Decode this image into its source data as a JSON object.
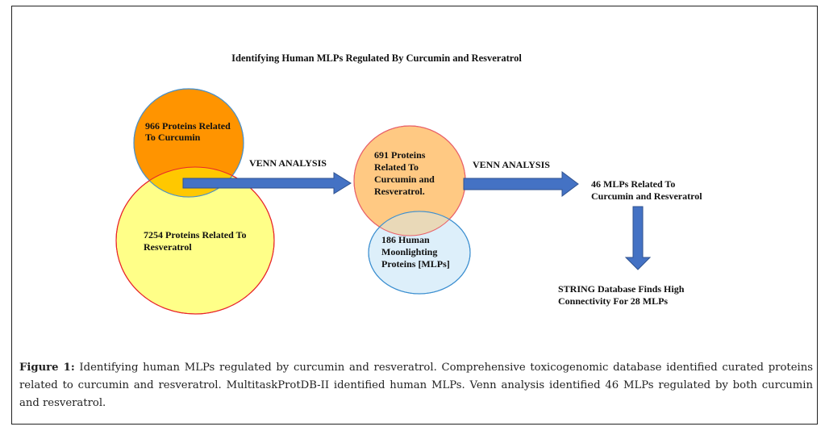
{
  "figure": {
    "title": "Identifying Human MLPs Regulated By Curcumin and Resveratrol",
    "nodes": {
      "curcumin": {
        "lines": [
          "966 Proteins Related",
          "To Curcumin"
        ],
        "fill": "#FF9400",
        "stroke": "#4A90C8"
      },
      "resveratrol": {
        "lines": [
          "7254 Proteins Related To",
          "Resveratrol"
        ],
        "fill": "#FFFF88",
        "stroke": "#E8262B"
      },
      "overlap_color": "#FFC800",
      "intersection": {
        "lines": [
          "691 Proteins",
          "Related To",
          "Curcumin and",
          "Resveratrol."
        ],
        "fill": "#FFC983",
        "stroke": "#E8626A"
      },
      "mlps": {
        "lines": [
          "186 Human",
          "Moonlighting",
          "Proteins [MLPs]"
        ],
        "fill": "#DDEFFA",
        "stroke": "#3C8FD0"
      },
      "mlps_overlap_color": "#E9D9B8",
      "result": {
        "lines": [
          "46 MLPs Related To",
          "Curcumin and Resveratrol"
        ]
      },
      "string": {
        "lines": [
          "STRING Database Finds High",
          "Connectivity For 28 MLPs"
        ]
      }
    },
    "arrows": {
      "arrow1_label": "VENN ANALYSIS",
      "arrow2_label": "VENN ANALYSIS",
      "fill": "#4472C4",
      "stroke": "#2F528F"
    }
  },
  "caption": {
    "label": "Figure 1:",
    "text": " Identifying human MLPs regulated by curcumin and resveratrol. Comprehensive toxicogenomic database identified curated proteins related to curcumin and resveratrol. MultitaskProtDB-II identified human MLPs. Venn analysis identified 46 MLPs regulated by both curcumin and resveratrol."
  }
}
